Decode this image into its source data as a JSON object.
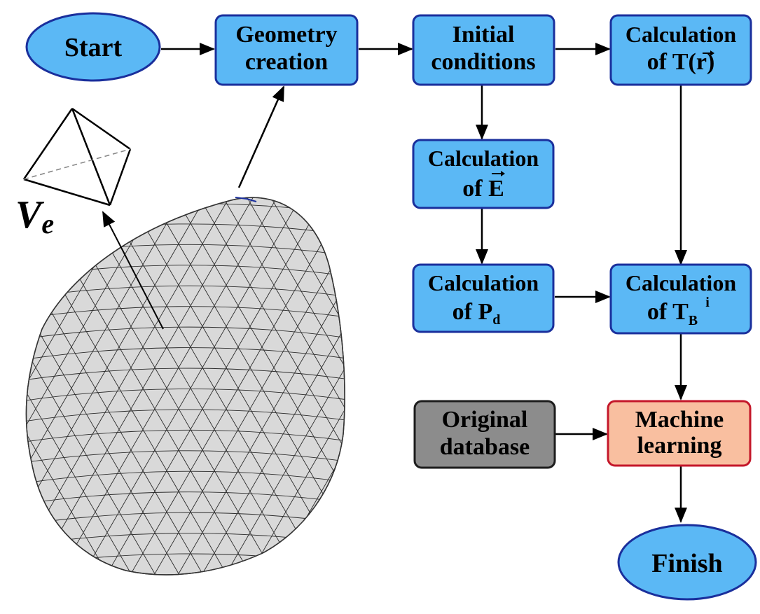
{
  "nodes": {
    "start": {
      "label": "Start"
    },
    "geometry": {
      "line1": "Geometry",
      "line2": "creation"
    },
    "initial": {
      "line1": "Initial",
      "line2": "conditions"
    },
    "calc_t_r": {
      "line1": "Calculation",
      "line2_prefix": "of T(",
      "symbol": "r",
      "line2_suffix": ")"
    },
    "calc_e": {
      "line1": "Calculation",
      "line2_prefix": "of ",
      "symbol": "E"
    },
    "calc_pd": {
      "line1": "Calculation",
      "line2_prefix": "of P",
      "subscript": "d"
    },
    "calc_tb": {
      "line1": "Calculation",
      "line2_prefix": "of T",
      "subscript": "B",
      "superscript": "i"
    },
    "database": {
      "line1": "Original",
      "line2": "database"
    },
    "ml": {
      "line1": "Machine",
      "line2": "learning"
    },
    "finish": {
      "label": "Finish"
    }
  },
  "mesh_label": {
    "base": "V",
    "subscript": "e"
  },
  "colors": {
    "process_fill": "#5bb8f5",
    "process_stroke": "#1a2f9c",
    "database_fill": "#8c8c8c",
    "database_stroke": "#1c1c1c",
    "ml_fill": "#f9bfa0",
    "ml_stroke": "#c4172a",
    "mesh_fill": "#d9d9d9",
    "arrow": "#000000"
  }
}
